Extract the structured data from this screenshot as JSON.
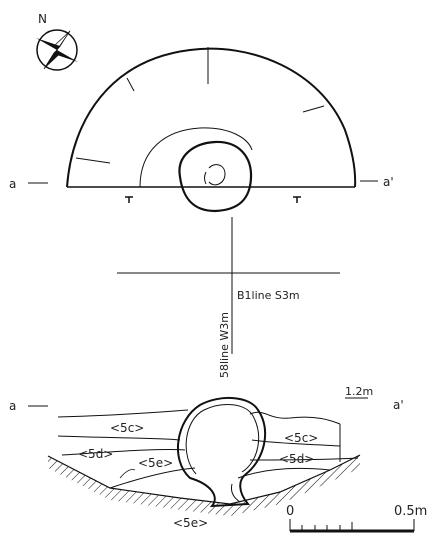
{
  "north": "N",
  "plan": {
    "section_start": "a",
    "section_end": "a'",
    "grid_label_horizontal": "B1line S3m",
    "grid_label_vertical": "58line W3m"
  },
  "section": {
    "start": "a",
    "end": "a'",
    "elevation": "1.2m",
    "layers": {
      "c_left": "<5c>",
      "c_right": "<5c>",
      "d_left": "<5d>",
      "d_right": "<5d>",
      "e_upper": "<5e>",
      "e_lower": "<5e>"
    }
  },
  "scale": {
    "min": "0",
    "max": "0.5m"
  }
}
